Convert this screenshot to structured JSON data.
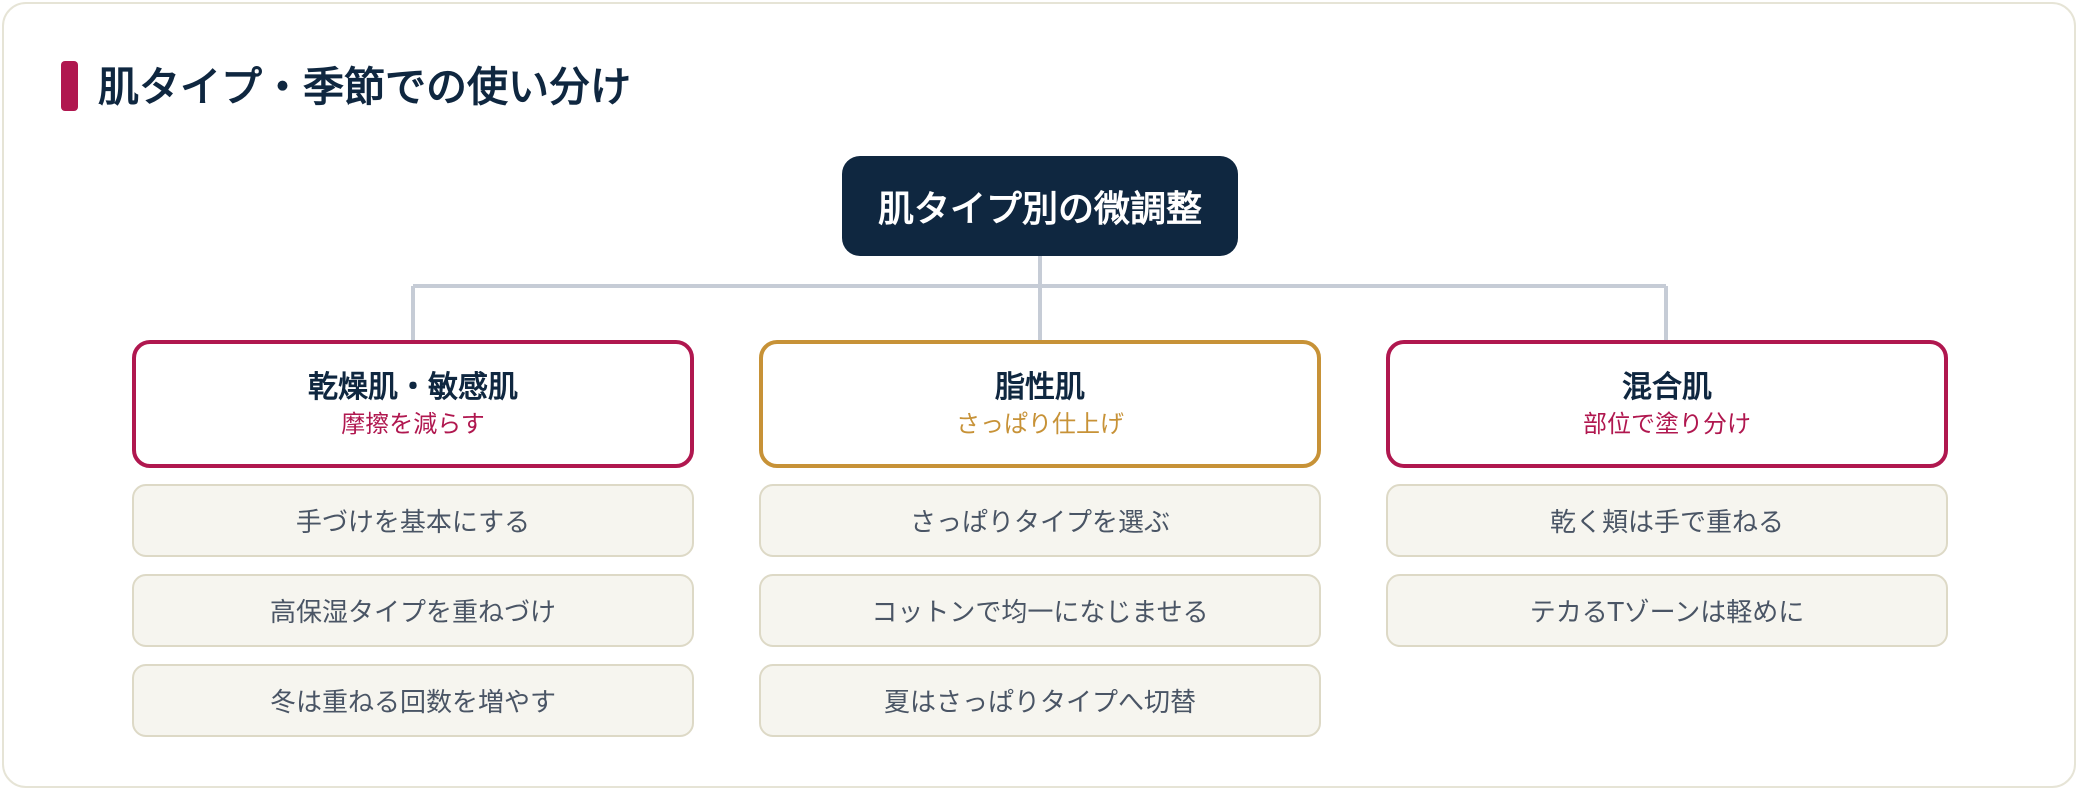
{
  "page_title": "肌タイプ・季節での使い分け",
  "root": {
    "label": "肌タイプ別の微調整"
  },
  "colors": {
    "accent": "#b0174f",
    "gold": "#c79237",
    "navy": "#0f2740",
    "connector": "#c6ccd6",
    "item_bg": "#f6f5ef"
  },
  "columns": [
    {
      "title": "乾燥肌・敏感肌",
      "subtitle": "摩擦を減らす",
      "color": "#b0174f",
      "items": [
        "手づけを基本にする",
        "高保湿タイプを重ねづけ",
        "冬は重ねる回数を増やす"
      ]
    },
    {
      "title": "脂性肌",
      "subtitle": "さっぱり仕上げ",
      "color": "#c79237",
      "items": [
        "さっぱりタイプを選ぶ",
        "コットンで均一になじませる",
        "夏はさっぱりタイプへ切替"
      ]
    },
    {
      "title": "混合肌",
      "subtitle": "部位で塗り分け",
      "color": "#b0174f",
      "items": [
        "乾く頬は手で重ねる",
        "テカるTゾーンは軽めに"
      ]
    }
  ]
}
